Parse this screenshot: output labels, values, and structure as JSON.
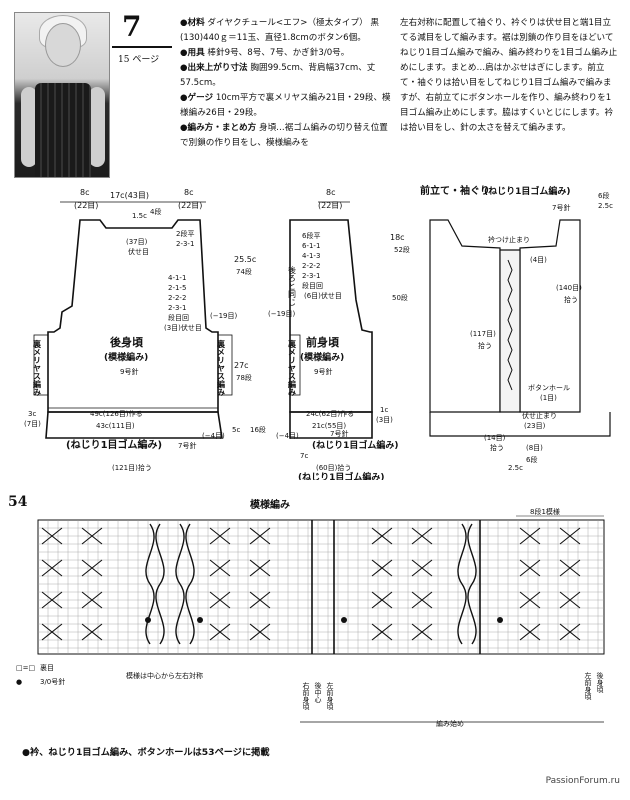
{
  "header": {
    "pattern_number": "7",
    "page_ref": "15 ページ"
  },
  "specs": {
    "items": [
      {
        "label": "●材料",
        "text": "ダイヤクチュール<エフ>（極太タイプ） 黒(130)440ｇ＝11玉、直径1.8cmのボタン6個。"
      },
      {
        "label": "●用具",
        "text": "棒針9号、8号、7号、かぎ針3/0号。"
      },
      {
        "label": "●出来上がり寸法",
        "text": "胸囲99.5cm、背肩幅37cm、丈57.5cm。"
      },
      {
        "label": "●ゲージ",
        "text": "10cm平方で裏メリヤス編み21目・29段、模様編み26目・29段。"
      },
      {
        "label": "●編み方・まとめ方",
        "text": "身頃…裾ゴム編みの切り替え位置で別鎖の作り目をし、模様編みを"
      }
    ]
  },
  "instructions": {
    "text": "左右対称に配置して袖ぐり、衿ぐりは伏せ目と端1目立てる減目をして編みます。裾は別鎖の作り目をほどいてねじり1目ゴム編みで編み、編み終わりを1目ゴム編み止めにします。まとめ…肩はかぶせはぎにします。前立て・袖ぐりは拾い目をしてねじり1目ゴム編みで編みますが、右前立てにボタンホールを作り、編み終わりを1目ゴム編み止めにします。脇はすくいとじにします。衿は拾い目をし、針の太さを替えて編みます。"
  },
  "back": {
    "title": "後身頃",
    "subtitle": "(模様編み)",
    "needle": "9号針",
    "side_band": "裏メリヤス編み",
    "top_w_left": "8c",
    "top_w_left_st": "(22目)",
    "top_center": "17c(43目)",
    "top_w_right": "8c",
    "top_w_right_st": "(22目)",
    "neck_drop": "1.5c",
    "neck_drop_rows": "4段",
    "shoulder_rows": "2段平",
    "shoulder_dec": "2-3-1",
    "bind_center": "(37目)",
    "bind_center_label": "伏せ目",
    "armhole_dec": [
      "4-1-1",
      "2-1-5",
      "2-2-2",
      "2-3-1"
    ],
    "armhole_bind_label": "段目回",
    "armhole_bind": "(3目)伏せ目",
    "side_st": "(−19目)",
    "armhole_h": "25.5c",
    "armhole_rows": "74段",
    "body_h": "27c",
    "body_rows": "78段",
    "width_pattern": "49c(126目)作る",
    "width_rib": "43c(111目)",
    "side_3c": "3c",
    "side_7st": "(7目)",
    "rib": "(ねじり1目ゴム編み)",
    "rib_needle": "7号針",
    "rib_h": "5c",
    "rib_rows": "16段",
    "rib_dec": "(−4目)",
    "cast_on": "(121目)拾う"
  },
  "front": {
    "title": "前身頃",
    "subtitle": "(模様編み)",
    "needle": "9号針",
    "side_band": "裏メリヤス編み",
    "top_w": "8c",
    "top_w_st": "(22目)",
    "neck_h": "18c",
    "neck_rows": "52段",
    "neck_dec": [
      "6段平",
      "6-1-1",
      "4-1-3",
      "2-2-2",
      "2-3-1"
    ],
    "neck_bind_label": "段目回",
    "neck_bind": "(6目)伏せ目",
    "front_note": "後ろと同じ",
    "side_st": "(−19目)",
    "front_h": "50段",
    "width_pattern": "24c(62目)作る",
    "width_rib": "21c(55目)",
    "side_c": "1c",
    "side_st3": "(3目)",
    "rib": "(ねじり1目ゴム編み)",
    "rib_needle": "7号針",
    "rib_dec": "(−4目)",
    "right_bottom": "7c",
    "cast_on": "(60目)拾う",
    "rib_bottom": "(ねじり1目ゴム編み)"
  },
  "edging": {
    "title": "前立て・袖ぐり",
    "subtitle": "(ねじり1目ゴム編み)",
    "needle": "7号針",
    "collar_stop": "衿つけ止まり",
    "st4": "(4目)",
    "st140": "(140目)",
    "st140_label": "拾う",
    "st117": "(117目)",
    "st117_label": "拾う",
    "buttonhole": "ボタンホール",
    "buttonhole_st": "(1目)",
    "bind_top": "伏せ止まり",
    "st23": "(23目)",
    "st14": "(14目)",
    "st14_label": "拾う",
    "st8": "(8目)",
    "w_2_5": "2.5c",
    "rows_6": "6段",
    "side_6": "6段",
    "side_2_5": "2.5c"
  },
  "chart": {
    "title": "模様編み",
    "repeat": "8段1模様",
    "labels_bottom": [
      "右前身頃",
      "後中心",
      "左前身頃"
    ],
    "mirror_note": "模様は中心から左右対称",
    "direction": "編み始め",
    "legend": [
      {
        "symbol": "□=□",
        "text": "裏目"
      },
      {
        "symbol": "●",
        "text": "3/0号針"
      }
    ],
    "side_label": "後身頃",
    "side_label2": "左前身頃"
  },
  "page_number": "54",
  "footnote": "●衿、ねじり1目ゴム編み、ボタンホールは53ページに掲載",
  "watermark": "PassionForum.ru"
}
